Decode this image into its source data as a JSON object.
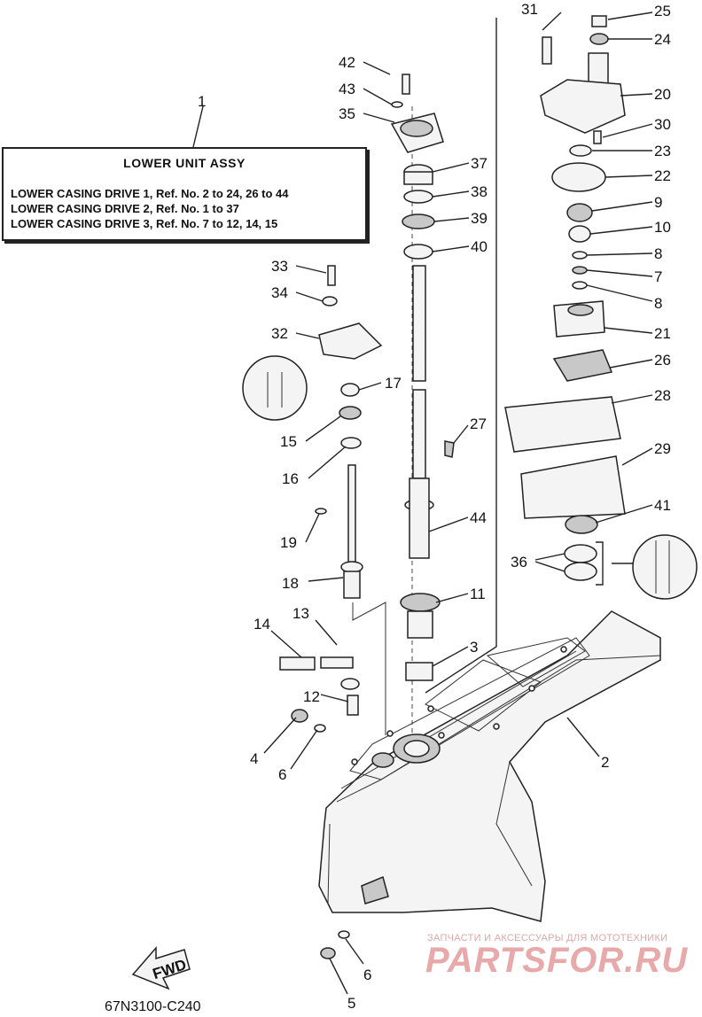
{
  "assembly": {
    "ref_number": "1",
    "title": "LOWER UNIT ASSY",
    "lines": [
      "LOWER CASING DRIVE 1, Ref. No. 2 to 24, 26 to 44",
      "LOWER CASING DRIVE 2, Ref. No. 1 to 37",
      "LOWER CASING DRIVE 3, Ref. No. 7 to 12, 14, 15"
    ]
  },
  "callouts": [
    "31",
    "25",
    "24",
    "20",
    "30",
    "23",
    "22",
    "9",
    "10",
    "8",
    "7",
    "8",
    "21",
    "26",
    "28",
    "29",
    "41",
    "36",
    "42",
    "43",
    "35",
    "37",
    "38",
    "39",
    "40",
    "33",
    "34",
    "32",
    "17",
    "15",
    "16",
    "27",
    "44",
    "19",
    "18",
    "11",
    "13",
    "14",
    "3",
    "12",
    "4",
    "6",
    "2",
    "6",
    "5"
  ],
  "fwd_label": "FWD",
  "diagram_code": "67N3100-C240",
  "watermark": {
    "small": "ЗАПЧАСТИ И АКСЕССУАРЫ ДЛЯ МОТОТЕХНИКИ",
    "big": "PARTSFOR.RU"
  }
}
